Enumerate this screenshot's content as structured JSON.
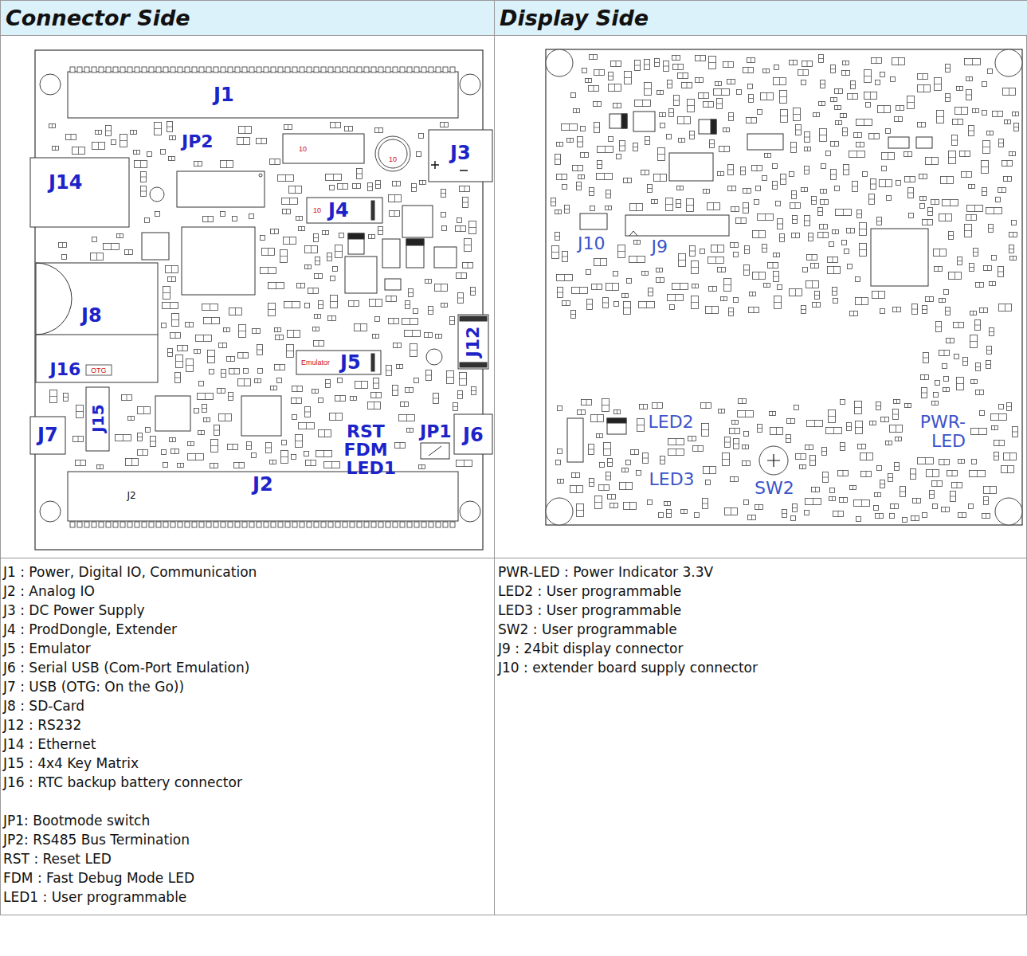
{
  "diagram": {
    "nodes": [
      {
        "text": [
          "Connector Side"
        ]
      },
      {
        "text": [
          "Display Side"
        ]
      }
    ],
    "labels": [
      "J1",
      "JP2",
      "J3",
      "J14",
      "J4",
      "J8",
      "J5",
      "J12",
      "J16",
      "RST",
      "JP1",
      "J7",
      "J15",
      "FDM",
      "J6",
      "LED1",
      "J2",
      "J2",
      "10",
      "10",
      "10",
      "Emulator",
      "OTG",
      "J10",
      "J9",
      "LED2",
      "LED3",
      "SW2",
      "PWR-LED",
      "J1 : Power, Digital IO, Communication",
      "J2 : Analog IO",
      "J3 : DC Power Supply",
      "J4 : ProdDongle, Extender",
      "J5 : Emulator",
      "J6 : Serial USB (Com-Port Emulation)",
      "J7 : USB (OTG: On the Go))",
      "J8 : SD-Card",
      "J12 : RS232",
      "J14 : Ethernet",
      "J15 : 4x4 Key Matrix",
      "J16 : RTC backup battery connector",
      "JP1: Bootmode switch",
      "JP2: RS485 Bus Termination",
      "RST : Reset LED",
      "FDM : Fast Debug Mode LED",
      "LED1 : User programmable",
      "PWR-LED : Power Indicator 3.3V",
      "LED2 : User programmable",
      "LED3 : User programmable",
      "SW2 : User programmable",
      "J9 : 24bit display connector",
      "J10 : extender board supply connector"
    ]
  }
}
